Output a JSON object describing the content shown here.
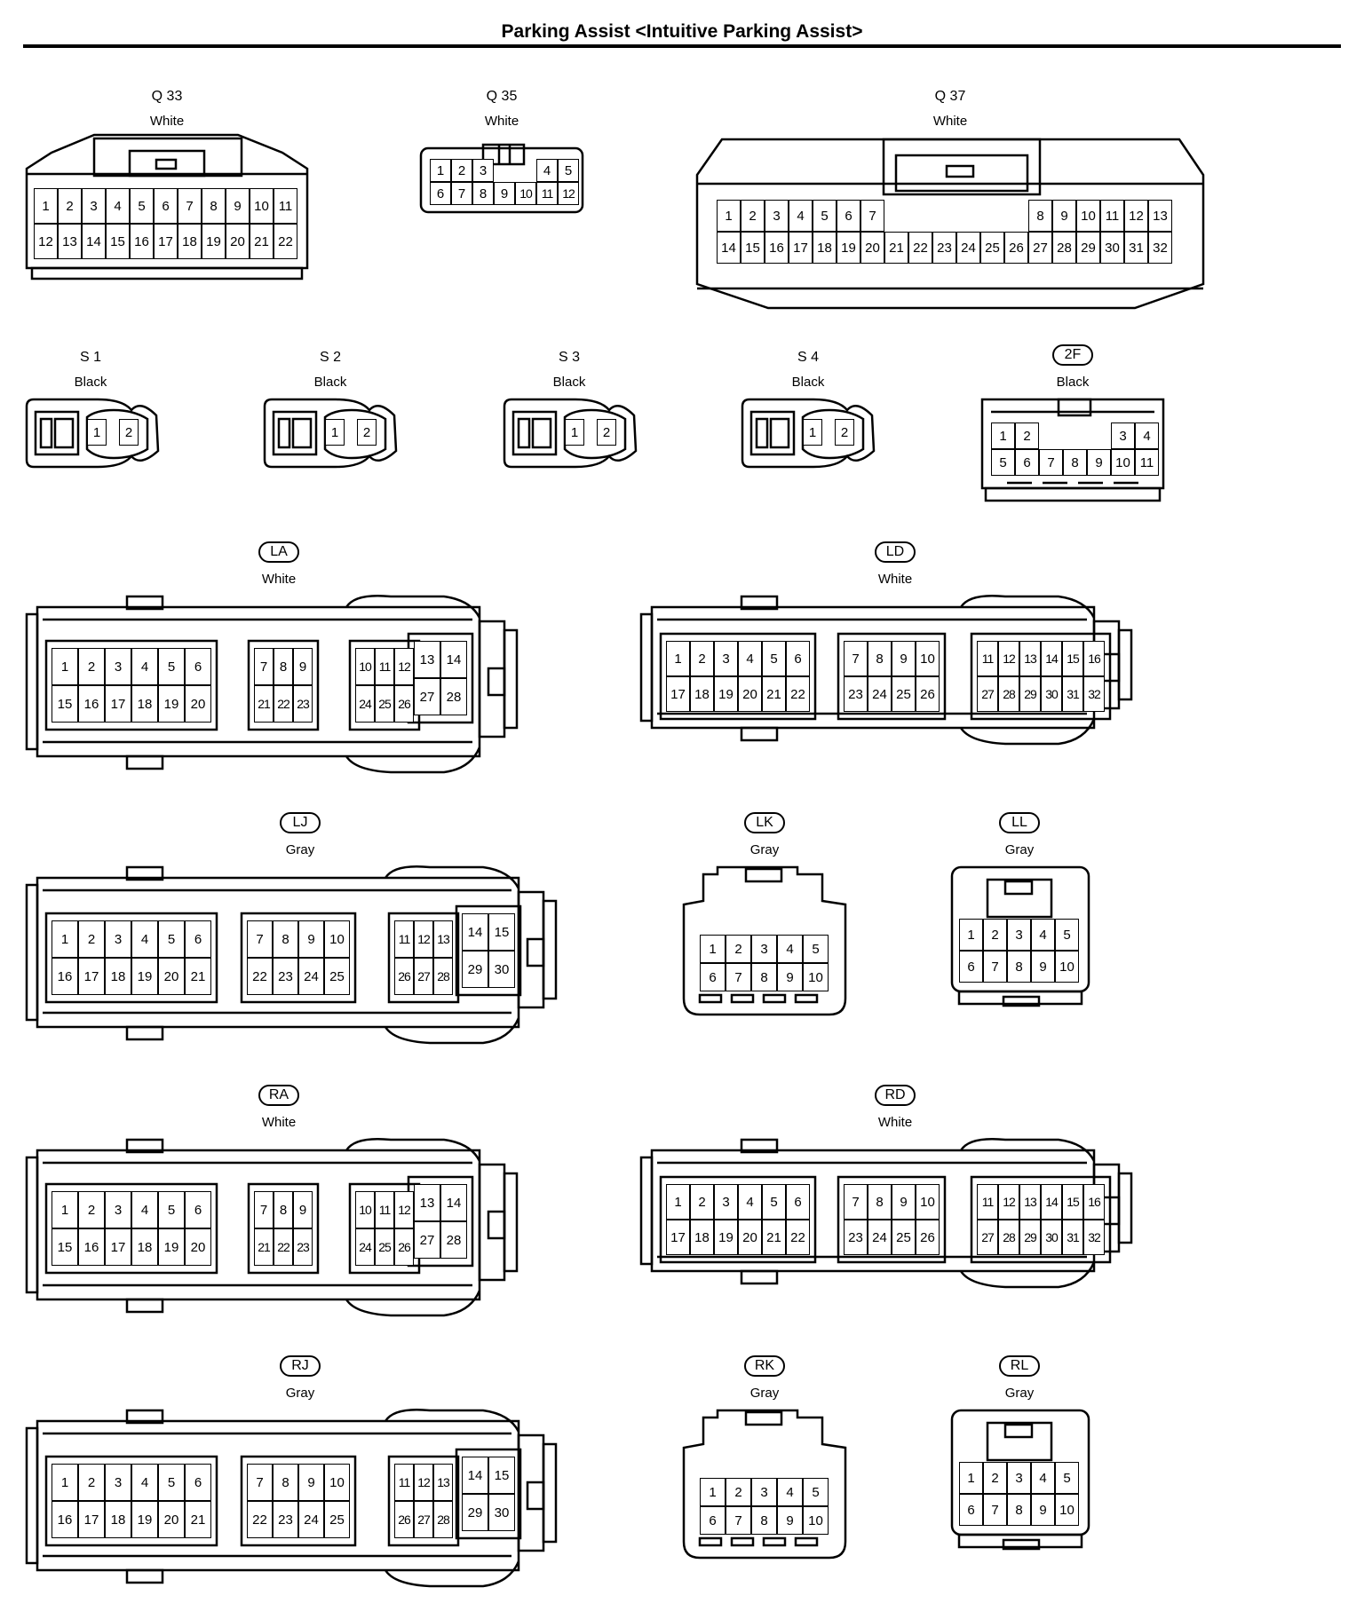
{
  "page_title": "Parking Assist <Intuitive Parking Assist>",
  "connectors": [
    {
      "id": "Q33",
      "code": "Q 33",
      "boxed": false,
      "color": "White",
      "rows": [
        [
          1,
          2,
          3,
          4,
          5,
          6,
          7,
          8,
          9,
          10,
          11
        ],
        [
          12,
          13,
          14,
          15,
          16,
          17,
          18,
          19,
          20,
          21,
          22
        ]
      ]
    },
    {
      "id": "Q35",
      "code": "Q 35",
      "boxed": false,
      "color": "White",
      "rows": [
        [
          1,
          2,
          3,
          null,
          null,
          4,
          5
        ],
        [
          6,
          7,
          8,
          9,
          10,
          11,
          12
        ]
      ]
    },
    {
      "id": "Q37",
      "code": "Q 37",
      "boxed": false,
      "color": "White",
      "rows": [
        [
          1,
          2,
          3,
          4,
          5,
          6,
          7,
          null,
          null,
          null,
          null,
          null,
          null,
          8,
          9,
          10,
          11,
          12,
          13
        ],
        [
          14,
          15,
          16,
          17,
          18,
          19,
          20,
          21,
          22,
          23,
          24,
          25,
          26,
          27,
          28,
          29,
          30,
          31,
          32
        ]
      ]
    },
    {
      "id": "S1",
      "code": "S 1",
      "boxed": false,
      "color": "Black",
      "pins": [
        1,
        2
      ]
    },
    {
      "id": "S2",
      "code": "S 2",
      "boxed": false,
      "color": "Black",
      "pins": [
        1,
        2
      ]
    },
    {
      "id": "S3",
      "code": "S 3",
      "boxed": false,
      "color": "Black",
      "pins": [
        1,
        2
      ]
    },
    {
      "id": "S4",
      "code": "S 4",
      "boxed": false,
      "color": "Black",
      "pins": [
        1,
        2
      ]
    },
    {
      "id": "2F",
      "code": "2F",
      "boxed": true,
      "color": "Black",
      "rows": [
        [
          1,
          2,
          null,
          null,
          null,
          3,
          4
        ],
        [
          5,
          6,
          7,
          8,
          9,
          10,
          11
        ]
      ]
    },
    {
      "id": "LA",
      "code": "LA",
      "boxed": true,
      "color": "White",
      "groups": [
        [
          [
            1,
            2,
            3,
            4,
            5,
            6
          ],
          [
            15,
            16,
            17,
            18,
            19,
            20
          ]
        ],
        [
          [
            7,
            8,
            9
          ],
          [
            21,
            22,
            23
          ]
        ],
        [
          [
            10,
            11,
            12
          ],
          [
            24,
            25,
            26
          ]
        ],
        [
          [
            13,
            14
          ],
          [
            27,
            28
          ]
        ]
      ]
    },
    {
      "id": "LD",
      "code": "LD",
      "boxed": true,
      "color": "White",
      "groups": [
        [
          [
            1,
            2,
            3,
            4,
            5,
            6
          ],
          [
            17,
            18,
            19,
            20,
            21,
            22
          ]
        ],
        [
          [
            7,
            8,
            9,
            10
          ],
          [
            23,
            24,
            25,
            26
          ]
        ],
        [
          [
            11,
            12,
            13,
            14,
            15,
            16
          ],
          [
            27,
            28,
            29,
            30,
            31,
            32
          ]
        ]
      ]
    },
    {
      "id": "LJ",
      "code": "LJ",
      "boxed": true,
      "color": "Gray",
      "groups": [
        [
          [
            1,
            2,
            3,
            4,
            5,
            6
          ],
          [
            16,
            17,
            18,
            19,
            20,
            21
          ]
        ],
        [
          [
            7,
            8,
            9,
            10
          ],
          [
            22,
            23,
            24,
            25
          ]
        ],
        [
          [
            11,
            12,
            13
          ],
          [
            26,
            27,
            28
          ]
        ],
        [
          [
            14,
            15
          ],
          [
            29,
            30
          ]
        ]
      ]
    },
    {
      "id": "LK",
      "code": "LK",
      "boxed": true,
      "color": "Gray",
      "rows": [
        [
          1,
          2,
          3,
          4,
          5
        ],
        [
          6,
          7,
          8,
          9,
          10
        ]
      ]
    },
    {
      "id": "LL",
      "code": "LL",
      "boxed": true,
      "color": "Gray",
      "rows": [
        [
          1,
          2,
          3,
          4,
          5
        ],
        [
          6,
          7,
          8,
          9,
          10
        ]
      ]
    },
    {
      "id": "RA",
      "code": "RA",
      "boxed": true,
      "color": "White",
      "groups": [
        [
          [
            1,
            2,
            3,
            4,
            5,
            6
          ],
          [
            15,
            16,
            17,
            18,
            19,
            20
          ]
        ],
        [
          [
            7,
            8,
            9
          ],
          [
            21,
            22,
            23
          ]
        ],
        [
          [
            10,
            11,
            12
          ],
          [
            24,
            25,
            26
          ]
        ],
        [
          [
            13,
            14
          ],
          [
            27,
            28
          ]
        ]
      ]
    },
    {
      "id": "RD",
      "code": "RD",
      "boxed": true,
      "color": "White",
      "groups": [
        [
          [
            1,
            2,
            3,
            4,
            5,
            6
          ],
          [
            17,
            18,
            19,
            20,
            21,
            22
          ]
        ],
        [
          [
            7,
            8,
            9,
            10
          ],
          [
            23,
            24,
            25,
            26
          ]
        ],
        [
          [
            11,
            12,
            13,
            14,
            15,
            16
          ],
          [
            27,
            28,
            29,
            30,
            31,
            32
          ]
        ]
      ]
    },
    {
      "id": "RJ",
      "code": "RJ",
      "boxed": true,
      "color": "Gray",
      "groups": [
        [
          [
            1,
            2,
            3,
            4,
            5,
            6
          ],
          [
            16,
            17,
            18,
            19,
            20,
            21
          ]
        ],
        [
          [
            7,
            8,
            9,
            10
          ],
          [
            22,
            23,
            24,
            25
          ]
        ],
        [
          [
            11,
            12,
            13
          ],
          [
            26,
            27,
            28
          ]
        ],
        [
          [
            14,
            15
          ],
          [
            29,
            30
          ]
        ]
      ]
    },
    {
      "id": "RK",
      "code": "RK",
      "boxed": true,
      "color": "Gray",
      "rows": [
        [
          1,
          2,
          3,
          4,
          5
        ],
        [
          6,
          7,
          8,
          9,
          10
        ]
      ]
    },
    {
      "id": "RL",
      "code": "RL",
      "boxed": true,
      "color": "Gray",
      "rows": [
        [
          1,
          2,
          3,
          4,
          5
        ],
        [
          6,
          7,
          8,
          9,
          10
        ]
      ]
    }
  ]
}
